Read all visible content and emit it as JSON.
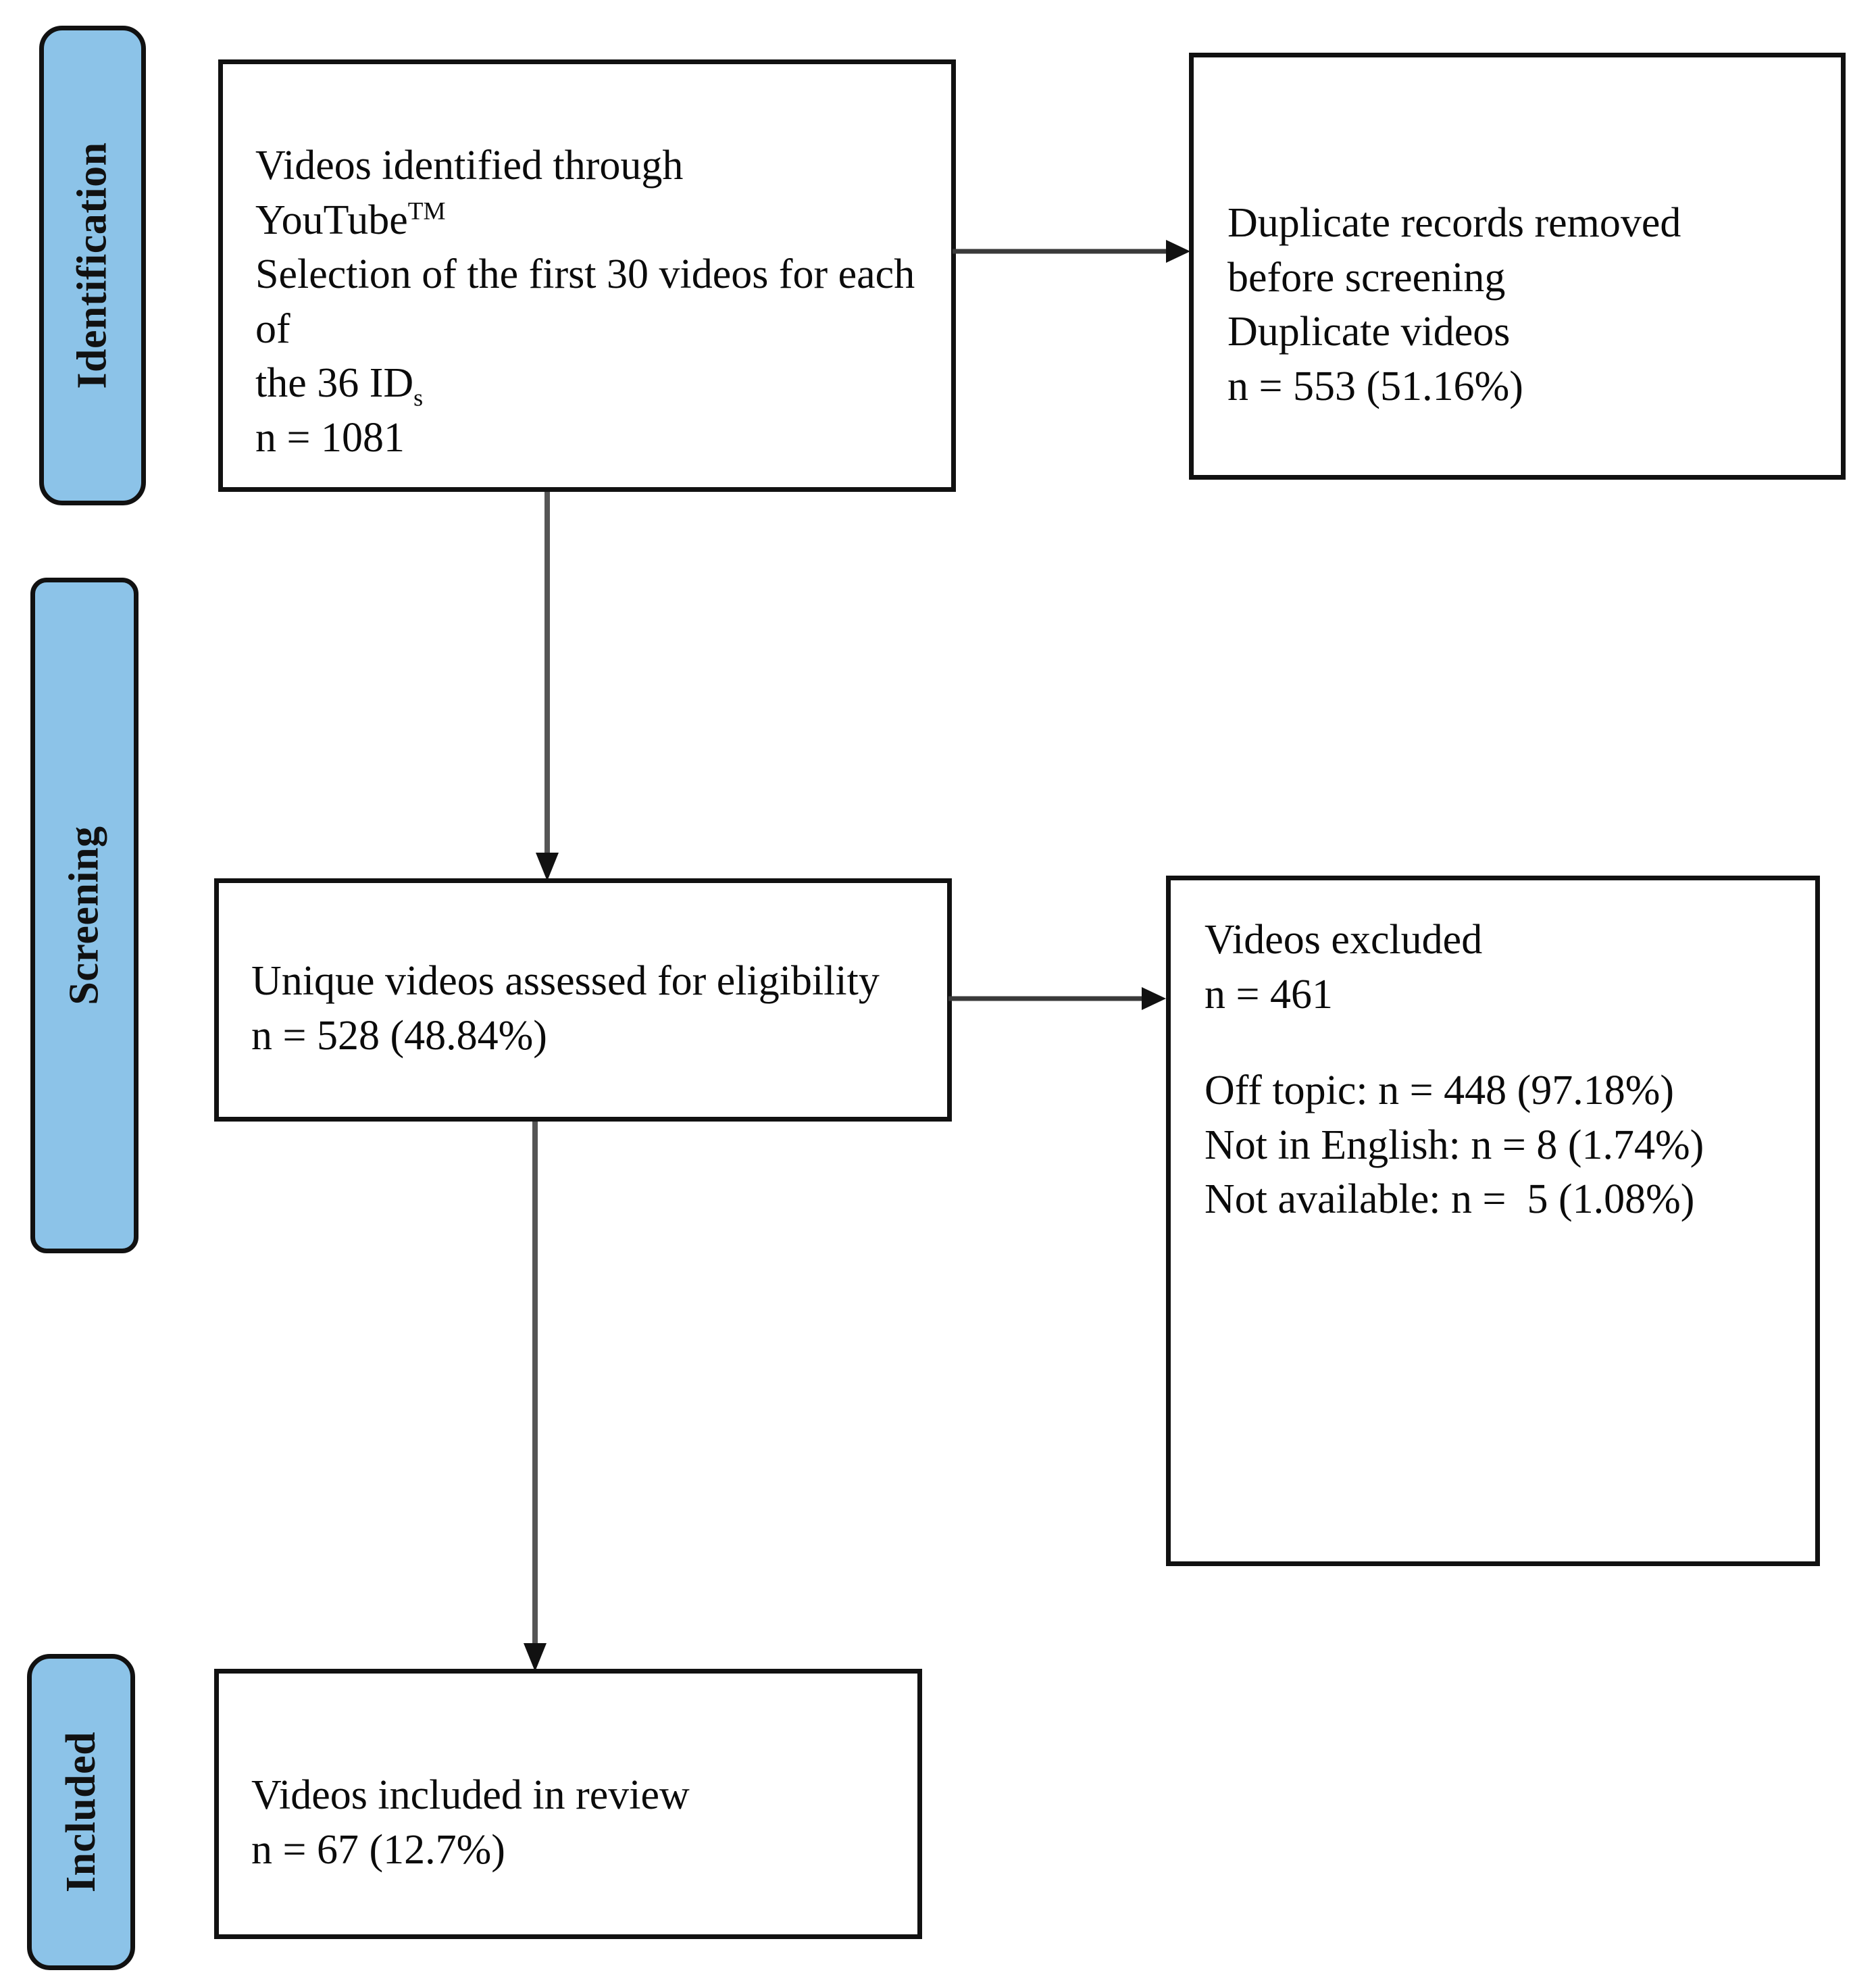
{
  "figure": {
    "type": "prisma-flow-diagram",
    "background_color": "#ffffff",
    "stage_bar_color": "#8cc3e8",
    "border_color": "#111111",
    "connector_color": "#3a3a3a"
  },
  "stages": [
    {
      "id": "identification",
      "label": "Identification"
    },
    {
      "id": "screening",
      "label": "Screening"
    },
    {
      "id": "included",
      "label": "Included"
    }
  ],
  "boxes": {
    "identified": {
      "id": "videos-identified",
      "line1": "Videos identified through",
      "line2_main": "YouTube",
      "line2_sup": "TM",
      "line3": "Selection of the first 30 videos for each of",
      "line4_main": "the 36 ID",
      "line4_sub": "s",
      "line5": "n = 1081"
    },
    "duplicates": {
      "id": "duplicate-records-removed",
      "line1": "Duplicate records removed",
      "line2": "before screening",
      "line3": "Duplicate videos",
      "line4": "n = 553 (51.16%)"
    },
    "eligibility": {
      "id": "unique-videos-assessed",
      "line1": "Unique videos assessed for eligibility",
      "line2": "n = 528 (48.84%)"
    },
    "excluded": {
      "id": "videos-excluded",
      "line1": "Videos excluded",
      "line2": "n = 461",
      "line3": "Off topic: n = 448 (97.18%)",
      "line4": "Not in English: n = 8 (1.74%)",
      "line5": "Not available: n =  5 (1.08%)"
    },
    "included": {
      "id": "videos-included-in-review",
      "line1": "Videos included in review",
      "line2": "n = 67 (12.7%)"
    }
  },
  "connectors": [
    {
      "id": "identified-to-duplicates",
      "direction": "right",
      "from": "videos-identified",
      "to": "duplicate-records-removed"
    },
    {
      "id": "identified-to-eligibility",
      "direction": "down",
      "from": "videos-identified",
      "to": "unique-videos-assessed"
    },
    {
      "id": "eligibility-to-excluded",
      "direction": "right",
      "from": "unique-videos-assessed",
      "to": "videos-excluded"
    },
    {
      "id": "eligibility-to-included",
      "direction": "down",
      "from": "unique-videos-assessed",
      "to": "videos-included-in-review"
    }
  ],
  "flow_data": {
    "records_identified": 1081,
    "videos_per_id": 30,
    "number_of_ids": 36,
    "duplicates_removed": 553,
    "duplicates_removed_pct": "51.16%",
    "assessed_for_eligibility": 528,
    "assessed_pct": "48.84%",
    "excluded_total": 461,
    "excluded_off_topic": 448,
    "excluded_off_topic_pct": "97.18%",
    "excluded_not_english": 8,
    "excluded_not_english_pct": "1.74%",
    "excluded_not_available": 5,
    "excluded_not_available_pct": "1.08%",
    "included_in_review": 67,
    "included_pct": "12.7%"
  }
}
